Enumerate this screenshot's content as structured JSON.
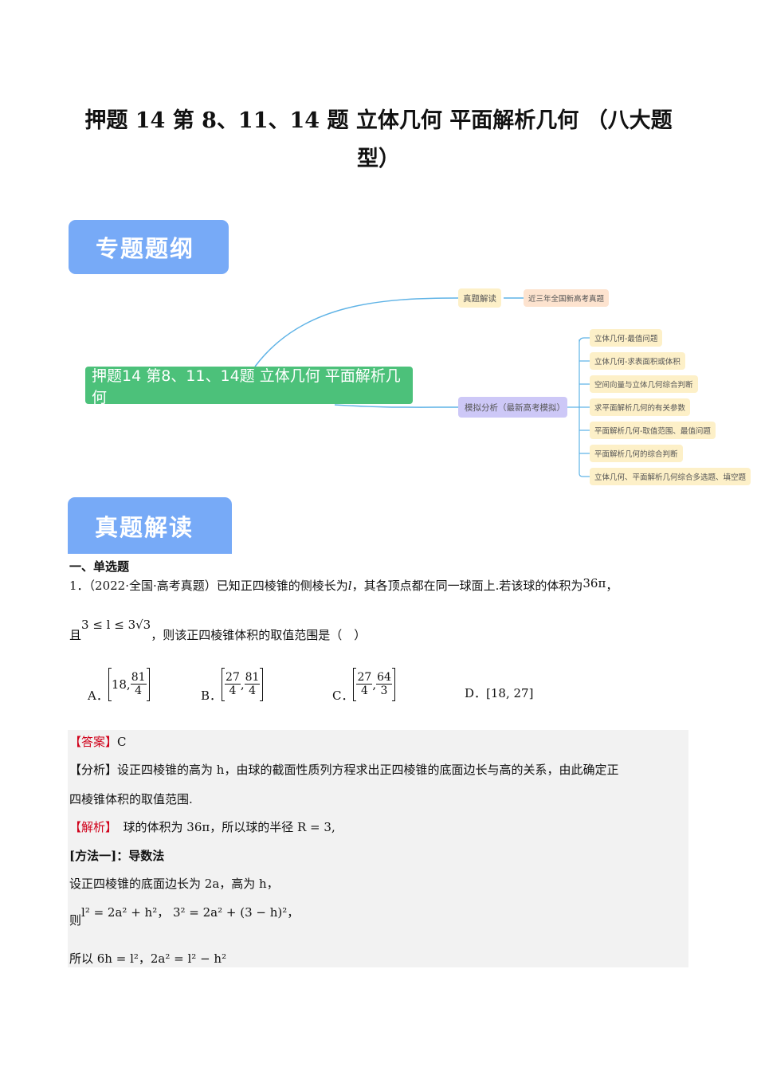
{
  "title": {
    "line1": "押题 14 第 8、11、14 题  立体几何  平面解析几何  （八大题",
    "line2": "型）"
  },
  "banners": {
    "outline": "专题题纲",
    "real": "真题解读"
  },
  "mindmap": {
    "root": "押题14 第8、11、14题 立体几何 平面解析几何",
    "branch1": {
      "label": "真题解读",
      "child": "近三年全国新高考真题"
    },
    "branch2": {
      "label": "模拟分析（最新高考模拟）",
      "children": [
        "立体几何-最值问题",
        "立体几何-求表面积或体积",
        "空间向量与立体几何综合判断",
        "求平面解析几何的有关参数",
        "平面解析几何-取值范围、最值问题",
        "平面解析几何的综合判断",
        "立体几何、平面解析几何综合多选题、填空题"
      ]
    },
    "colors": {
      "root": "#4cc17a",
      "branch1": "#fdf0c8",
      "branch2": "#cdc8f7",
      "leaf": "#fdf0c8",
      "child1": "#fde3cf",
      "line": "#5fb3e6"
    }
  },
  "section": "一、单选题",
  "question": {
    "line1": "1．（2022·全国·高考真题）已知正四棱锥的侧棱长为",
    "var_l": "l",
    "line1b": "，其各顶点都在同一球面上.若该球的体积为",
    "vol": "36π",
    "comma": "，",
    "qie": "且",
    "cond": "3 ≤ l ≤ 3√3",
    "line2": "，则该正四棱锥体积的取值范围是（　）",
    "options": [
      {
        "label": "A．",
        "a": "18,",
        "num": "81",
        "den": "4"
      },
      {
        "label": "B．",
        "n1": "27",
        "d1": "4",
        "n2": "81",
        "d2": "4"
      },
      {
        "label": "C．",
        "n1": "27",
        "d1": "4",
        "n2": "64",
        "d2": "3"
      },
      {
        "label": "D．",
        "text": "[18, 27]"
      }
    ]
  },
  "solution": {
    "answer_tag": "【答案】",
    "answer": "C",
    "analysis_tag": "【分析】",
    "analysis1": "设正四棱锥的高为 h，由球的截面性质列方程求出正四棱锥的底面边长与高的关系，由此确定正",
    "analysis2": "四棱锥体积的取值范围.",
    "jiexi_tag": "【解析】",
    "jiexi": "　球的体积为 36π，所以球的半径 R = 3,",
    "method": "[方法一]：导数法",
    "s1": "设正四棱锥的底面边长为 2a，高为 h，",
    "s2_pre": "则",
    "s2": "l² = 2a² + h²，  3² = 2a² + (3 − h)²，",
    "s3": "所以 6h = l²，2a² = l² − h²"
  }
}
